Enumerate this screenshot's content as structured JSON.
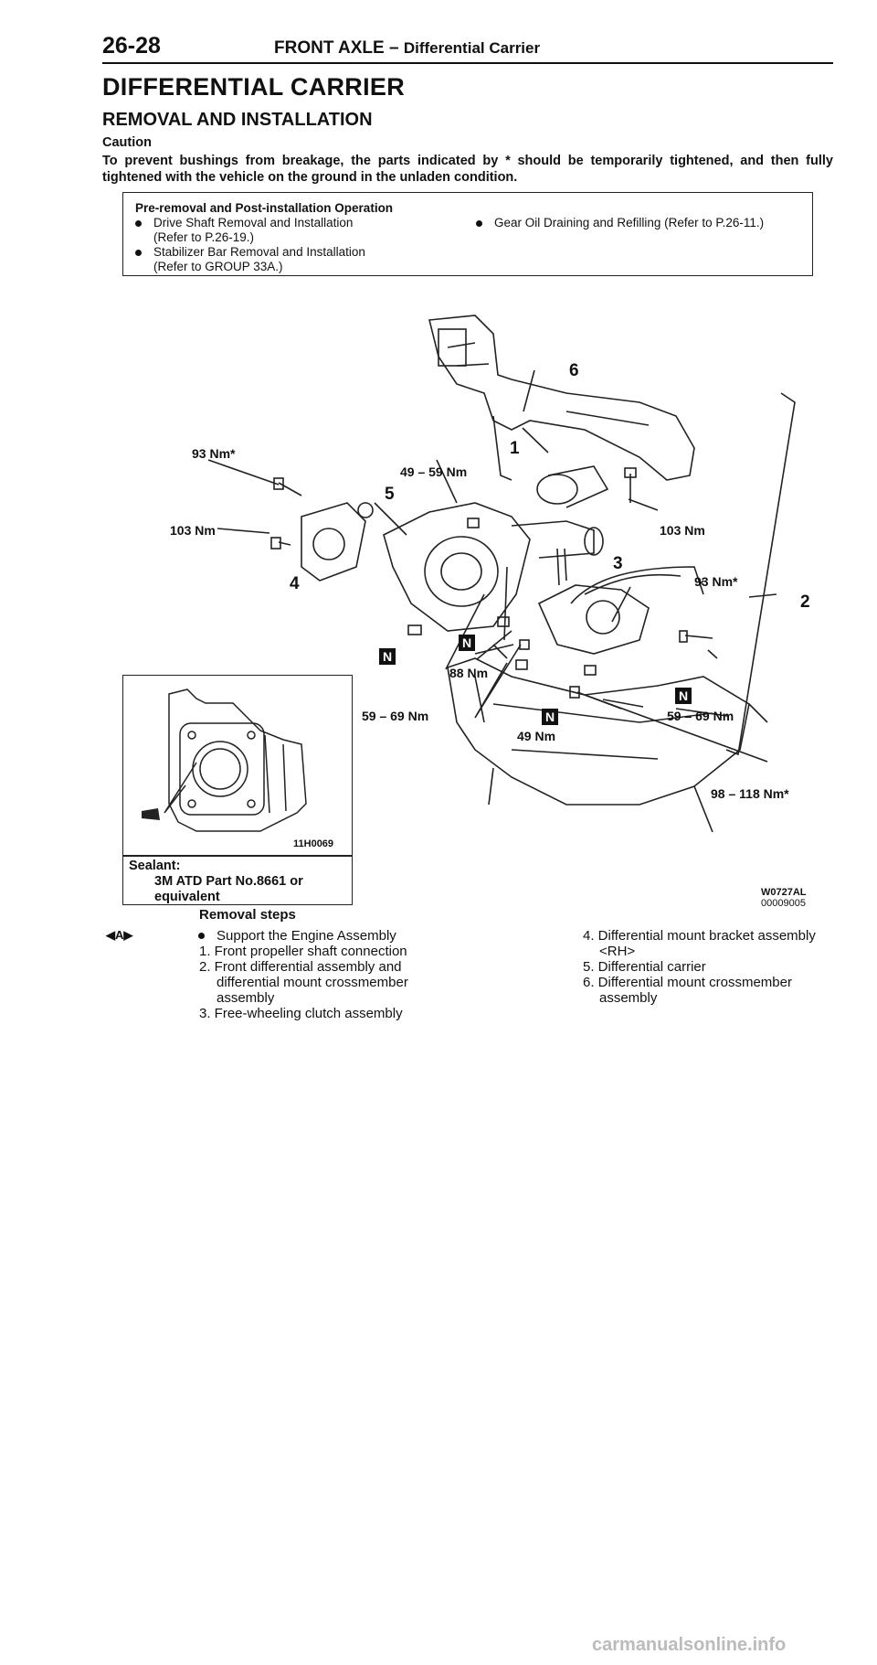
{
  "header": {
    "page_number": "26-28",
    "section": "FRONT AXLE",
    "dash": "–",
    "subsection": "Differential Carrier"
  },
  "title": "DIFFERENTIAL CARRIER",
  "subtitle": "REMOVAL AND INSTALLATION",
  "caution": {
    "label": "Caution",
    "text": "To prevent bushings from breakage, the parts indicated by * should be temporarily tightened, and then fully tightened with the vehicle on the ground in the unladen condition."
  },
  "pre_removal": {
    "title": "Pre-removal and Post-installation Operation",
    "items": [
      {
        "line1": "Drive Shaft Removal and Installation",
        "line2": "(Refer to P.26-19.)"
      },
      {
        "line1": "Stabilizer Bar Removal and Installation",
        "line2": "(Refer to GROUP 33A.)"
      },
      {
        "line1": "Gear Oil Draining and Refilling (Refer to P.26-11.)",
        "line2": ""
      }
    ]
  },
  "diagram": {
    "torques": {
      "t93_left": "93 Nm*",
      "t49_59": "49 – 59 Nm",
      "t103_left": "103 Nm",
      "t103_right": "103 Nm",
      "t93_right": "93 Nm*",
      "t88": "88 Nm",
      "t59_69_left": "59 – 69 Nm",
      "t59_69_right": "59 – 69 Nm",
      "t49": "49 Nm",
      "t98_118": "98 – 118 Nm*"
    },
    "part_numbers": [
      "1",
      "2",
      "3",
      "4",
      "5",
      "6"
    ],
    "n_mark": "N",
    "figure_code": "W0727AL",
    "figure_code2": "00009005"
  },
  "inset": {
    "code": "11H0069",
    "sealant_label": "Sealant:",
    "sealant_line1": "3M ATD Part No.8661 or",
    "sealant_line2": "equivalent"
  },
  "removal": {
    "title": "Removal steps",
    "marker": "A",
    "left_steps": [
      "Support the Engine Assembly",
      "1. Front propeller shaft connection",
      "2. Front differential assembly and",
      "differential mount crossmember",
      "assembly",
      "3. Free-wheeling clutch assembly"
    ],
    "right_steps": [
      "4. Differential mount bracket assembly",
      "<RH>",
      "5. Differential carrier",
      "6. Differential mount crossmember",
      "assembly"
    ]
  },
  "watermark": "carmanualsonline.info"
}
